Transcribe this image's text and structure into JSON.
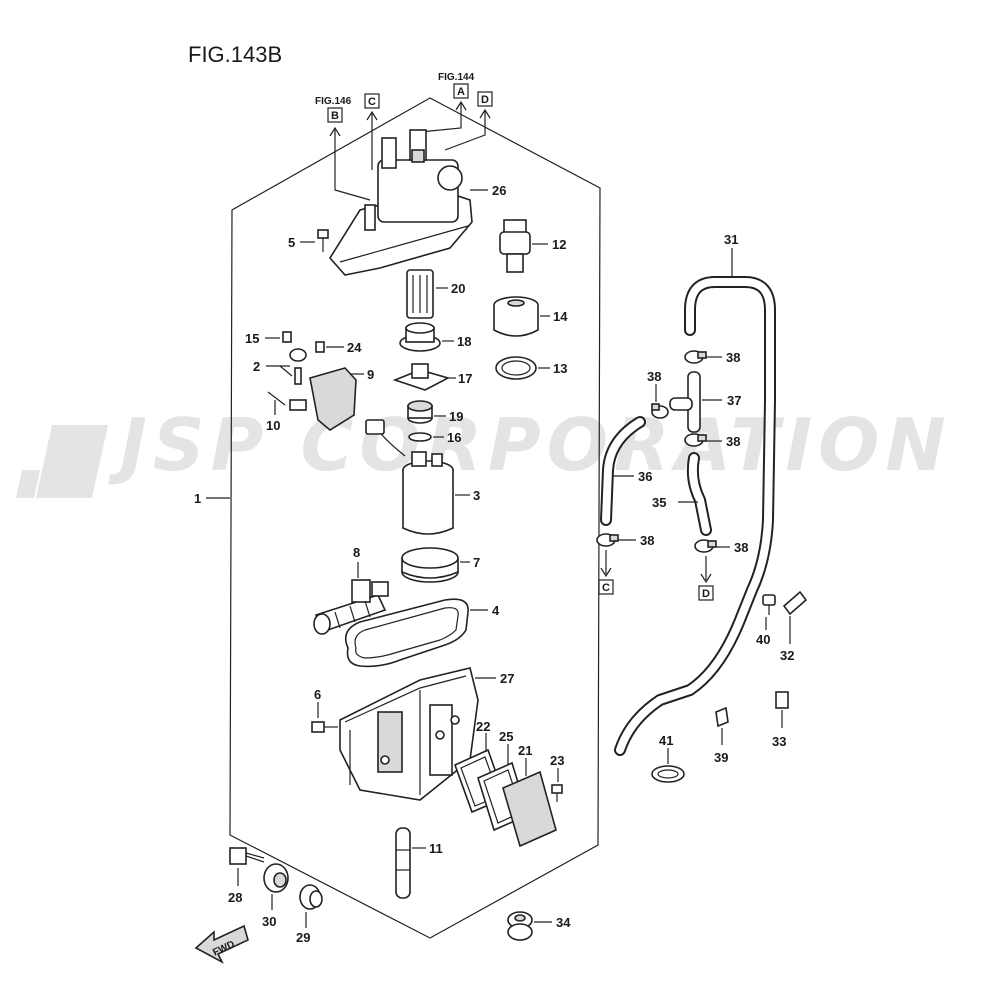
{
  "figure": {
    "title": "FIG.143B"
  },
  "watermark": {
    "text": "JSP CORPORATION"
  },
  "references": {
    "fig146": "FIG.146",
    "fig144": "FIG.144",
    "box_a": "A",
    "box_b": "B",
    "box_c": "C",
    "box_d": "D"
  },
  "fwd_label": "FWD",
  "callouts": {
    "p1": "1",
    "p2": "2",
    "p3": "3",
    "p4": "4",
    "p5": "5",
    "p6": "6",
    "p7": "7",
    "p8": "8",
    "p9": "9",
    "p10": "10",
    "p11": "11",
    "p12": "12",
    "p13": "13",
    "p14": "14",
    "p15": "15",
    "p16": "16",
    "p17": "17",
    "p18": "18",
    "p19": "19",
    "p20": "20",
    "p21": "21",
    "p22": "22",
    "p23": "23",
    "p24": "24",
    "p25": "25",
    "p26": "26",
    "p27": "27",
    "p28": "28",
    "p29": "29",
    "p30": "30",
    "p31": "31",
    "p32": "32",
    "p33": "33",
    "p34": "34",
    "p35": "35",
    "p36": "36",
    "p37": "37",
    "p38": "38",
    "p39": "39",
    "p40": "40",
    "p41": "41"
  },
  "colors": {
    "ink": "#1a1a1a",
    "watermark": "#e4e4e4",
    "fill": "#d9d9d9"
  }
}
